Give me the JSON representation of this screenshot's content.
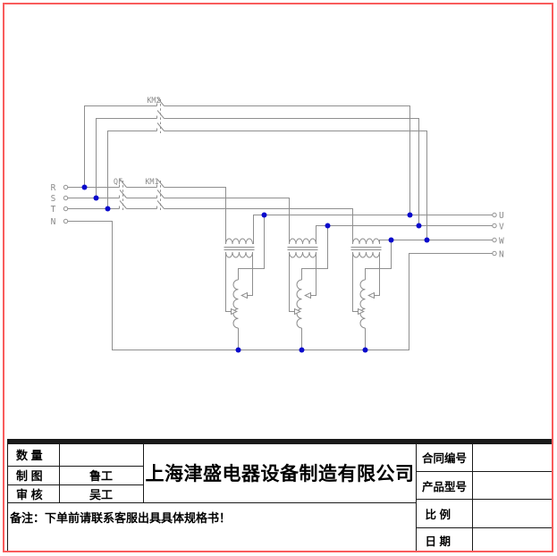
{
  "schematic": {
    "component_labels": {
      "km2": "KM2",
      "qf": "QF",
      "km1": "KM1"
    },
    "input_terminals": [
      {
        "label": "R"
      },
      {
        "label": "S"
      },
      {
        "label": "T"
      },
      {
        "label": "N"
      }
    ],
    "output_terminals": [
      {
        "label": "U"
      },
      {
        "label": "V"
      },
      {
        "label": "W"
      },
      {
        "label": "N"
      }
    ],
    "colors": {
      "wire": "#8f8f8f",
      "junction_dot": "#0a0acc",
      "sheet_border": "#f95c5c"
    }
  },
  "title_block": {
    "company_name": "上海津盛电器设备制造有限公司",
    "left_rows": [
      {
        "label": "数 量",
        "value": ""
      },
      {
        "label": "制 图",
        "value": "鲁工"
      },
      {
        "label": "审 核",
        "value": "吴工"
      }
    ],
    "right_rows": [
      {
        "label": "合同编号",
        "value": ""
      },
      {
        "label": "产品型号",
        "value": ""
      },
      {
        "label": "比 例",
        "value": ""
      },
      {
        "label": "日 期",
        "value": ""
      }
    ],
    "note": "备注：下单前请联系客服出具具体规格书！"
  }
}
